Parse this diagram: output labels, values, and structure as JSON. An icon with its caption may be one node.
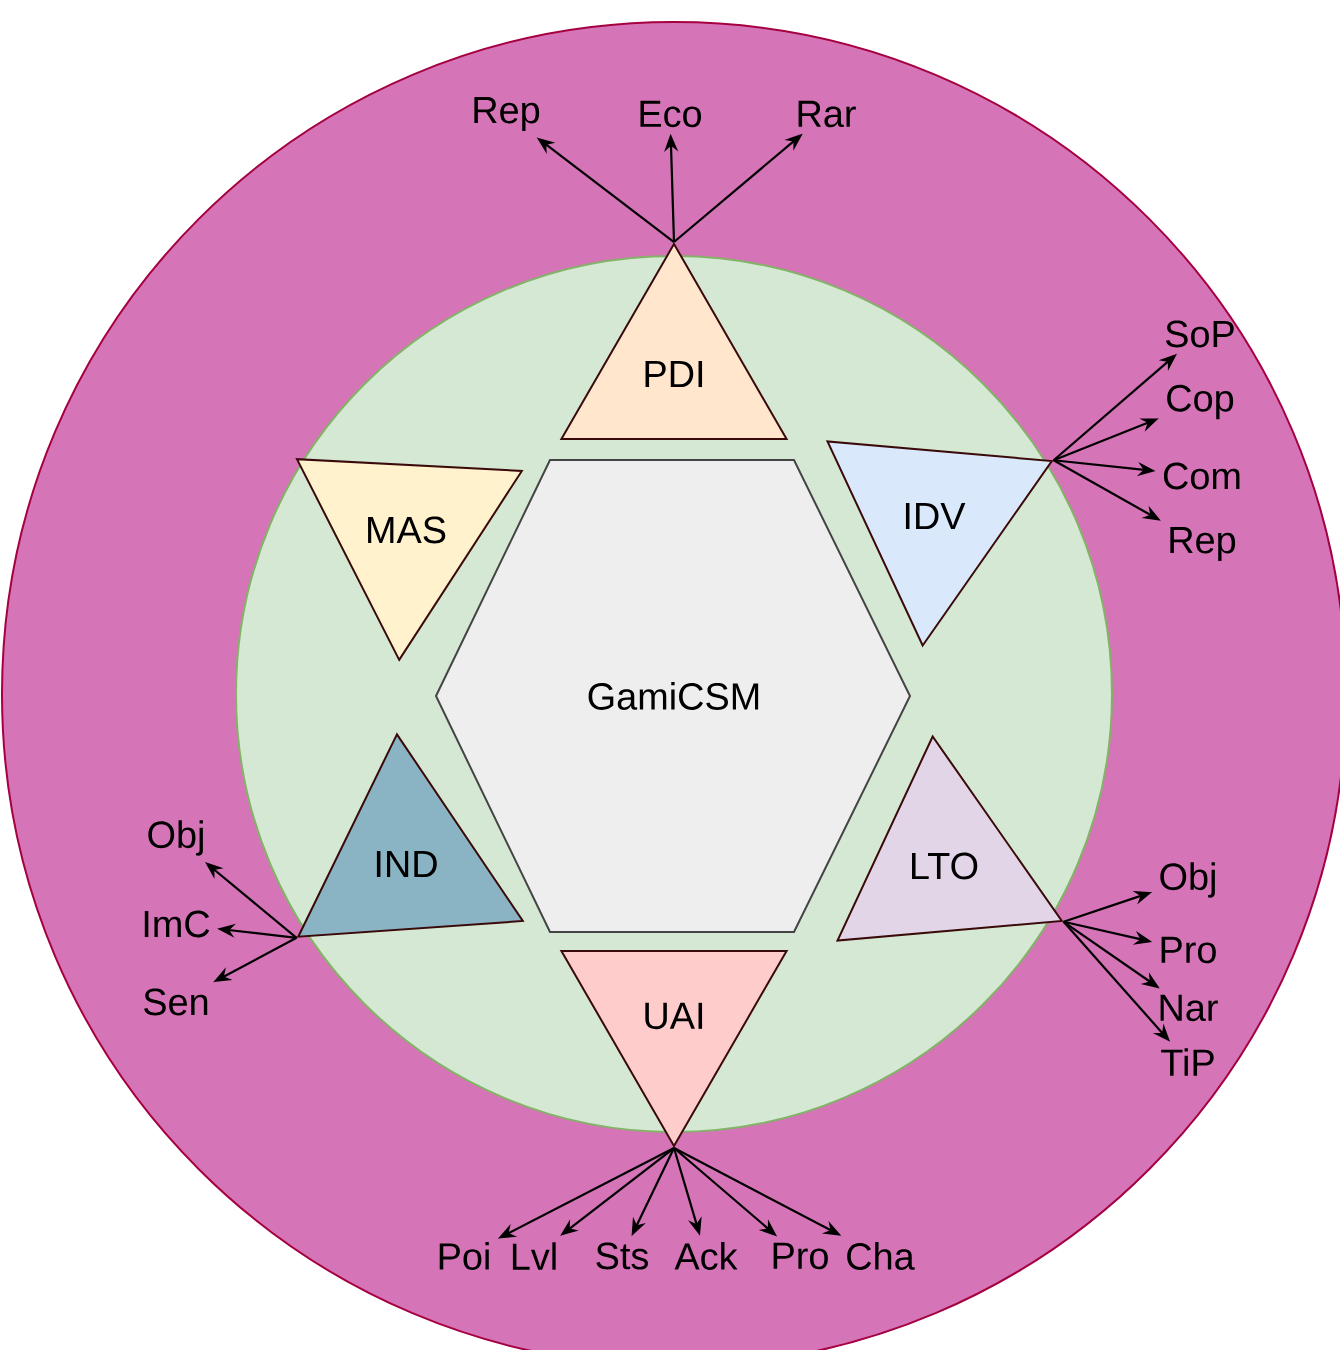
{
  "diagram": {
    "nodes": [
      {
        "text": [
          "GamiCSM"
        ]
      },
      {
        "text": [
          "PDI"
        ]
      },
      {
        "text": [
          "IDV"
        ]
      },
      {
        "text": [
          "LTO"
        ]
      },
      {
        "text": [
          "UAI"
        ]
      },
      {
        "text": [
          "IND"
        ]
      },
      {
        "text": [
          "MAS"
        ]
      },
      {
        "text": [
          "Rep"
        ]
      },
      {
        "text": [
          "Eco"
        ]
      },
      {
        "text": [
          "Rar"
        ]
      },
      {
        "text": [
          "SoP"
        ]
      },
      {
        "text": [
          "Cop"
        ]
      },
      {
        "text": [
          "Com"
        ]
      },
      {
        "text": [
          "Rep"
        ]
      },
      {
        "text": [
          "Obj"
        ]
      },
      {
        "text": [
          "Pro"
        ]
      },
      {
        "text": [
          "Nar"
        ]
      },
      {
        "text": [
          "TiP"
        ]
      },
      {
        "text": [
          "Poi"
        ]
      },
      {
        "text": [
          "Lvl"
        ]
      },
      {
        "text": [
          "Sts"
        ]
      },
      {
        "text": [
          "Ack"
        ]
      },
      {
        "text": [
          "Pro"
        ]
      },
      {
        "text": [
          "Cha"
        ]
      },
      {
        "text": [
          "Obj"
        ]
      },
      {
        "text": [
          "ImC"
        ]
      },
      {
        "text": [
          "Sen"
        ]
      }
    ],
    "edges": [
      {
        "from": 1,
        "to": 7,
        "arrow": "to"
      },
      {
        "from": 1,
        "to": 8,
        "arrow": "to"
      },
      {
        "from": 1,
        "to": 9,
        "arrow": "to"
      },
      {
        "from": 2,
        "to": 10,
        "arrow": "to"
      },
      {
        "from": 2,
        "to": 11,
        "arrow": "to"
      },
      {
        "from": 2,
        "to": 12,
        "arrow": "to"
      },
      {
        "from": 2,
        "to": 13,
        "arrow": "to"
      },
      {
        "from": 3,
        "to": 14,
        "arrow": "to"
      },
      {
        "from": 3,
        "to": 15,
        "arrow": "to"
      },
      {
        "from": 3,
        "to": 16,
        "arrow": "to"
      },
      {
        "from": 3,
        "to": 17,
        "arrow": "to"
      },
      {
        "from": 4,
        "to": 18,
        "arrow": "to"
      },
      {
        "from": 4,
        "to": 19,
        "arrow": "to"
      },
      {
        "from": 4,
        "to": 20,
        "arrow": "to"
      },
      {
        "from": 4,
        "to": 21,
        "arrow": "to"
      },
      {
        "from": 4,
        "to": 22,
        "arrow": "to"
      },
      {
        "from": 4,
        "to": 23,
        "arrow": "to"
      },
      {
        "from": 5,
        "to": 24,
        "arrow": "to"
      },
      {
        "from": 5,
        "to": 25,
        "arrow": "to"
      },
      {
        "from": 5,
        "to": 26,
        "arrow": "to"
      }
    ]
  }
}
